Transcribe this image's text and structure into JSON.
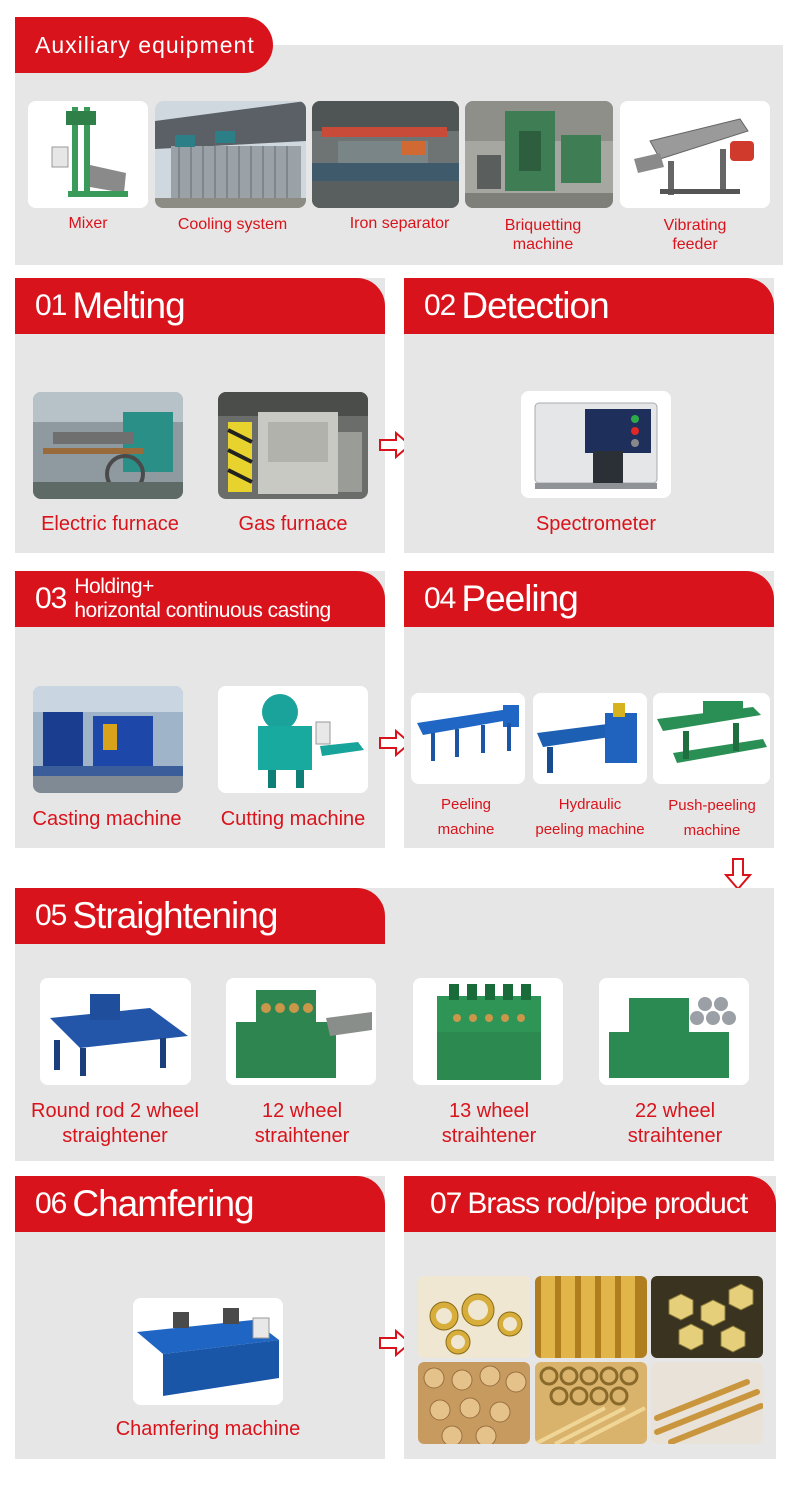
{
  "aux": {
    "title": "Auxiliary equipment",
    "items": [
      {
        "label": "Mixer"
      },
      {
        "label": "Cooling system"
      },
      {
        "label": "Iron separator"
      },
      {
        "label": "Briquetting machine",
        "line1": "Briquetting",
        "line2": "machine"
      },
      {
        "label": "Vibrating feeder",
        "line1": "Vibrating",
        "line2": "feeder"
      }
    ]
  },
  "melting": {
    "num": "01",
    "title": "Melting",
    "items": [
      {
        "label": "Electric furnace"
      },
      {
        "label": "Gas furnace"
      }
    ]
  },
  "detection": {
    "num": "02",
    "title": "Detection",
    "items": [
      {
        "label": "Spectrometer"
      }
    ]
  },
  "casting": {
    "num": "03",
    "title_line1": "Holding+",
    "title_line2": "horizontal continuous casting",
    "items": [
      {
        "label": "Casting machine"
      },
      {
        "label": "Cutting machine"
      }
    ]
  },
  "peeling": {
    "num": "04",
    "title": "Peeling",
    "items": [
      {
        "line1": "Peeling",
        "line2": "machine"
      },
      {
        "line1": "Hydraulic",
        "line2": "peeling machine"
      },
      {
        "line1": "Push-peeling",
        "line2": "machine"
      }
    ]
  },
  "straightening": {
    "num": "05",
    "title": "Straightening",
    "items": [
      {
        "line1": "Round rod 2 wheel",
        "line2": "straightener"
      },
      {
        "line1": "12 wheel",
        "line2": "straihtener"
      },
      {
        "line1": "13 wheel",
        "line2": "straihtener"
      },
      {
        "line1": "22 wheel",
        "line2": "straihtener"
      }
    ]
  },
  "chamfering": {
    "num": "06",
    "title": "Chamfering",
    "items": [
      {
        "label": "Chamfering machine"
      }
    ]
  },
  "product": {
    "num": "07",
    "title": "Brass rod/pipe product"
  },
  "colors": {
    "brand_red": "#d9131b",
    "panel_gray": "#e6e6e6"
  },
  "icons": {
    "flow_arrow": "right-arrow-icon",
    "down_arrow": "down-arrow-icon"
  }
}
